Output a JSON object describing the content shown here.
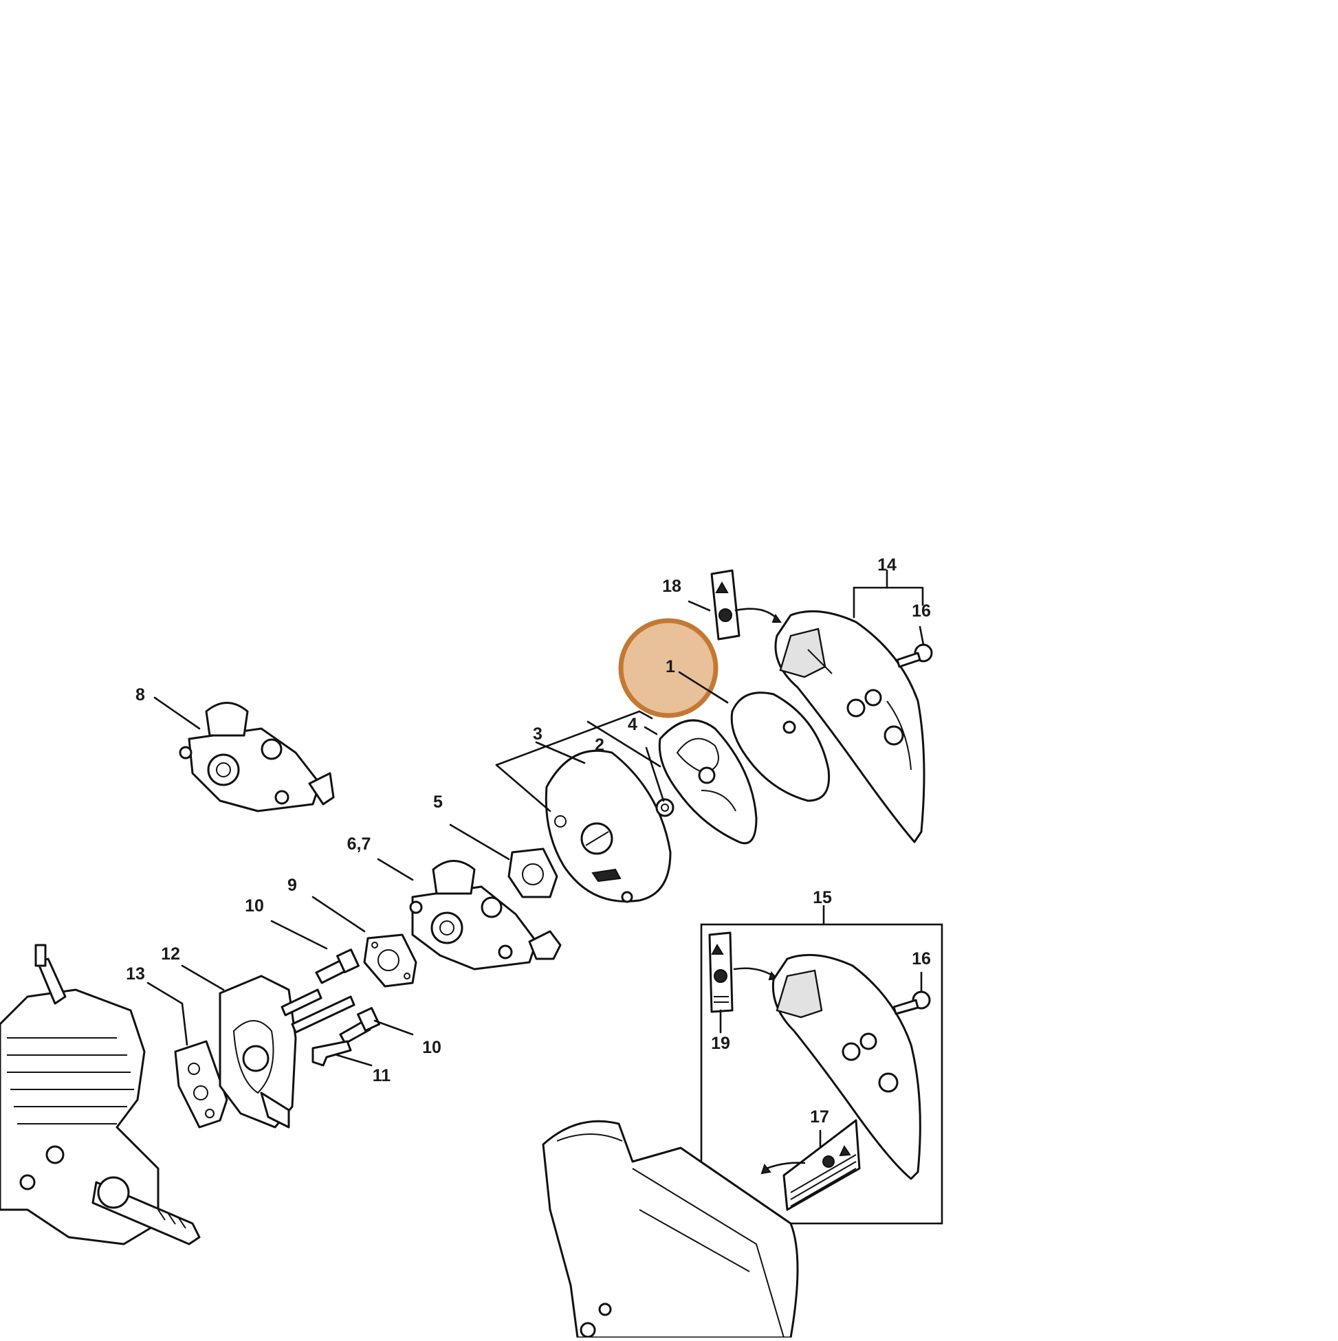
{
  "diagram": {
    "highlight": {
      "label": "1",
      "fill": "#e8c09a",
      "stroke": "#c47832"
    },
    "callouts": {
      "c1": "1",
      "c2": "2",
      "c3": "3",
      "c4": "4",
      "c5": "5",
      "c67": "6,7",
      "c8": "8",
      "c9": "9",
      "c10a": "10",
      "c10b": "10",
      "c11": "11",
      "c12": "12",
      "c13": "13",
      "c14": "14",
      "c15": "15",
      "c16a": "16",
      "c16b": "16",
      "c17": "17",
      "c18": "18",
      "c19": "19"
    }
  }
}
